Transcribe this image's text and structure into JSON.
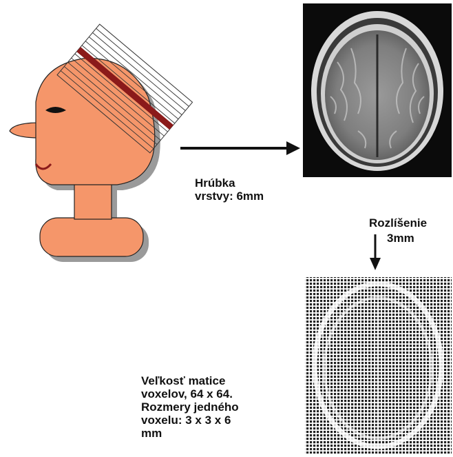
{
  "labels": {
    "slice_thickness": [
      "Hrúbka",
      "vrstvy: 6mm"
    ],
    "resolution": [
      "Rozlíšenie",
      "3mm"
    ],
    "voxel_info": [
      "Veľkosť matice",
      "voxelov, 64 x 64.",
      "Rozmery jedného",
      "voxelu: 3 x 3 x 6",
      "mm"
    ]
  },
  "colors": {
    "skin": "#f5966a",
    "slice_highlight": "#8b1a1a",
    "shadow": "#9a9a9a",
    "mri_background": "#0b0b0b",
    "arrow": "#111111"
  },
  "icons": {
    "head": "cartoon-head-profile",
    "mri_scan": "mri-brain-axial-slice",
    "pixelated_scan": "low-resolution-voxel-grid"
  }
}
